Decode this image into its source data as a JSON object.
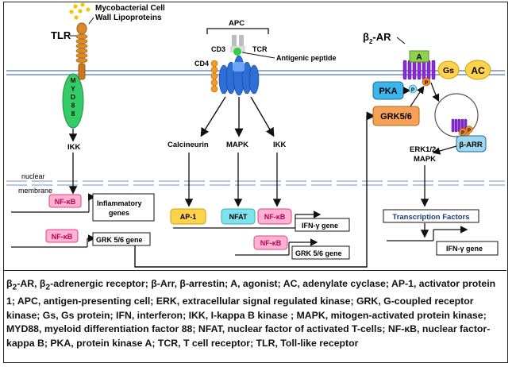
{
  "labels": {
    "mycobacterial": [
      "Mycobacterial Cell",
      "Wall Lipoproteins"
    ],
    "tlr": "TLR",
    "myd88": "MYD88",
    "ikk_left": "IKK",
    "nuclear_membrane": [
      "nuclear",
      "membrane"
    ],
    "nfkb": "NF-κB",
    "inflammatory_genes": [
      "Inflammatory",
      "genes"
    ],
    "grk56_gene": "GRK 5/6 gene",
    "apc": "APC",
    "cd3": "CD3",
    "tcr": "TCR",
    "cd4": "CD4",
    "antigenic_peptide": "Antigenic peptide",
    "calcineurin": "Calcineurin",
    "mapk": "MAPK",
    "ikk_mid": "IKK",
    "ap1": "AP-1",
    "nfat": "NFAT",
    "ifn_gene": "IFN-γ gene",
    "b2ar": "β2-AR",
    "agonist": "A",
    "gs": "Gs",
    "ac": "AC",
    "pka": "PKA",
    "p": "P",
    "grk56": "GRK5/6",
    "beta_arr": "β-ARR",
    "erk_mapk": [
      "ERK1/2",
      "MAPK"
    ],
    "transcription_factors": "Transcription Factors",
    "ifn_gene_right": "IFN-γ gene"
  },
  "legend_html": "β<sub>2</sub>-AR, β<sub>2</sub>-adrenergic receptor; β-Arr, β-arrestin; A, agonist; AC, adenylate cyclase; AP-1, activator protein 1; APC, antigen-presenting cell; ERK, extracellular signal regulated kinase; GRK, G-coupled receptor kinase; Gs, Gs protein; IFN, interferon; IKK, I-kappa B kinase ; MAPK, mitogen-activated protein kinase; MYD88, myeloid differentiation factor 88; NFAT, nuclear factor of activated T-cells; NF-κB, nuclear factor-kappa B; PKA, protein kinase A; TCR, T cell receptor; TLR, Toll-like receptor",
  "colors": {
    "membrane": "#6f8fb8",
    "nuclear": "#9fb6d6",
    "nfkb_fill": "#ffb3d1",
    "nfkb_stroke": "#e0408a",
    "ap1_fill": "#ffd24d",
    "nfat_fill": "#7fe3ee",
    "myd88_fill": "#33cc66",
    "tlr_fill": "#d98a2b",
    "cd_fill": "#f39a26",
    "tcr_fill": "#2d6fd6",
    "pka_fill": "#3fb4ea",
    "grk_fill": "#f6a15a",
    "gs_fill": "#ffd24d",
    "ac_fill": "#ffd24d",
    "receptor_fill": "#8a2bd6",
    "agonist_fill": "#8fd14f",
    "barr_fill": "#9fd7f0",
    "p_fill": "#f08a2a"
  }
}
